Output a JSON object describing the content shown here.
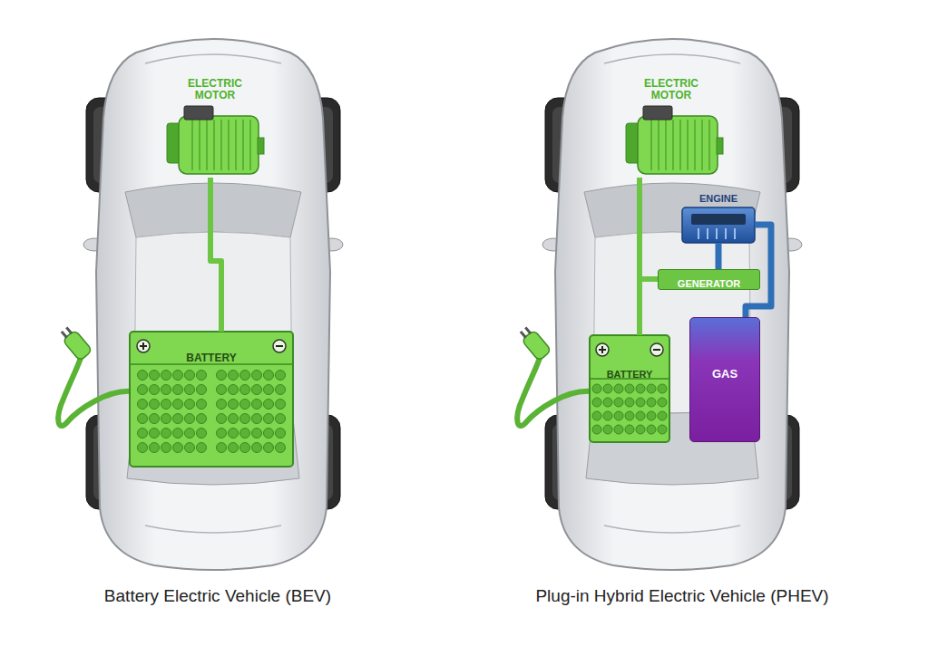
{
  "diagram": {
    "nodes": [
      {
        "text": [
          "ELECTRIC MOTOR"
        ]
      },
      {
        "text": [
          "BATTERY"
        ]
      },
      {
        "text": [
          "ELECTRIC MOTOR"
        ]
      },
      {
        "text": [
          "ENGINE"
        ]
      },
      {
        "text": [
          "GENERATOR"
        ]
      },
      {
        "text": [
          "BATTERY"
        ]
      },
      {
        "text": [
          "GAS"
        ]
      }
    ],
    "edges": [
      {
        "from": 0,
        "to": 1,
        "arrow": "none"
      },
      {
        "from": 2,
        "to": 5,
        "arrow": "none"
      },
      {
        "from": 4,
        "to": 2,
        "arrow": "none"
      },
      {
        "from": 4,
        "to": 5,
        "arrow": "none"
      },
      {
        "from": 3,
        "to": 4,
        "arrow": "none"
      },
      {
        "from": 6,
        "to": 3,
        "arrow": "none"
      }
    ],
    "labels": [
      "Battery Electric Vehicle (BEV)",
      "Plug-in Hybrid Electric Vehicle (PHEV)"
    ]
  }
}
